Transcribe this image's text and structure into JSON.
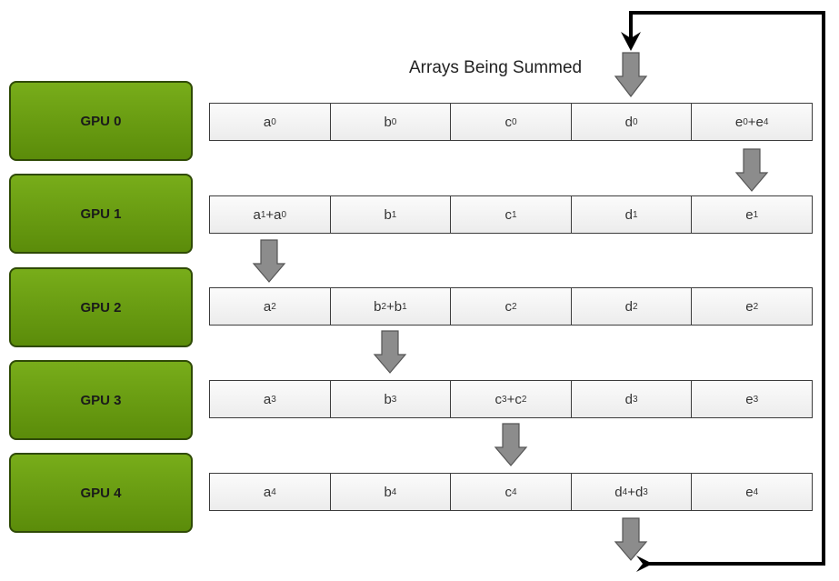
{
  "caption": "Arrays Being Summed",
  "gpus": [
    {
      "label": "GPU 0",
      "cells": [
        [
          "a",
          "0"
        ],
        [
          "b",
          "0"
        ],
        [
          "c",
          "0"
        ],
        [
          "d",
          "0"
        ],
        [
          "e",
          "0",
          "+e",
          "4"
        ]
      ]
    },
    {
      "label": "GPU 1",
      "cells": [
        [
          "a",
          "1",
          "+a",
          "0"
        ],
        [
          "b",
          "1"
        ],
        [
          "c",
          "1"
        ],
        [
          "d",
          "1"
        ],
        [
          "e",
          "1"
        ]
      ]
    },
    {
      "label": "GPU 2",
      "cells": [
        [
          "a",
          "2"
        ],
        [
          "b",
          "2",
          "+b",
          "1"
        ],
        [
          "c",
          "2"
        ],
        [
          "d",
          "2"
        ],
        [
          "e",
          "2"
        ]
      ]
    },
    {
      "label": "GPU 3",
      "cells": [
        [
          "a",
          "3"
        ],
        [
          "b",
          "3"
        ],
        [
          "c",
          "3",
          "+c",
          "2"
        ],
        [
          "d",
          "3"
        ],
        [
          "e",
          "3"
        ]
      ]
    },
    {
      "label": "GPU 4",
      "cells": [
        [
          "a",
          "4"
        ],
        [
          "b",
          "4"
        ],
        [
          "c",
          "4"
        ],
        [
          "d",
          "4",
          "+d",
          "3"
        ],
        [
          "e",
          "4"
        ]
      ]
    }
  ],
  "colors": {
    "gpu_fill": "#6a9c12",
    "arrow_fill": "#8c8c8c",
    "loop_line": "#000000"
  }
}
